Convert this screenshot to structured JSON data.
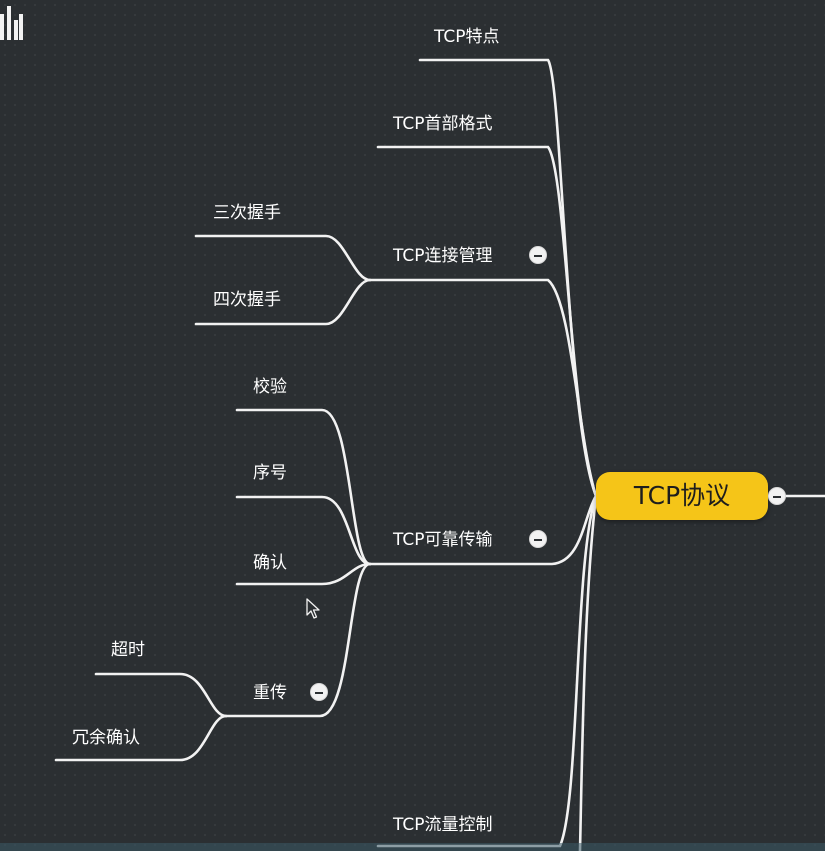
{
  "root": {
    "label": "TCP协议"
  },
  "branches": {
    "features": "TCP特点",
    "header_format": "TCP首部格式",
    "connection_mgmt": {
      "label": "TCP连接管理",
      "children": [
        "三次握手",
        "四次握手"
      ]
    },
    "reliable_transfer": {
      "label": "TCP可靠传输",
      "children": [
        "校验",
        "序号",
        "确认"
      ],
      "retransmit": {
        "label": "重传",
        "children": [
          "超时",
          "冗余确认"
        ]
      }
    },
    "flow_control": "TCP流量控制"
  },
  "colors": {
    "background": "#2b2f32",
    "root_fill": "#f5c518",
    "line": "#f2f2f2",
    "text": "#ffffff"
  },
  "icons": {
    "collapse": "minus-circle-icon",
    "logo": "bilibili-logo-icon",
    "cursor": "mouse-pointer-icon"
  }
}
